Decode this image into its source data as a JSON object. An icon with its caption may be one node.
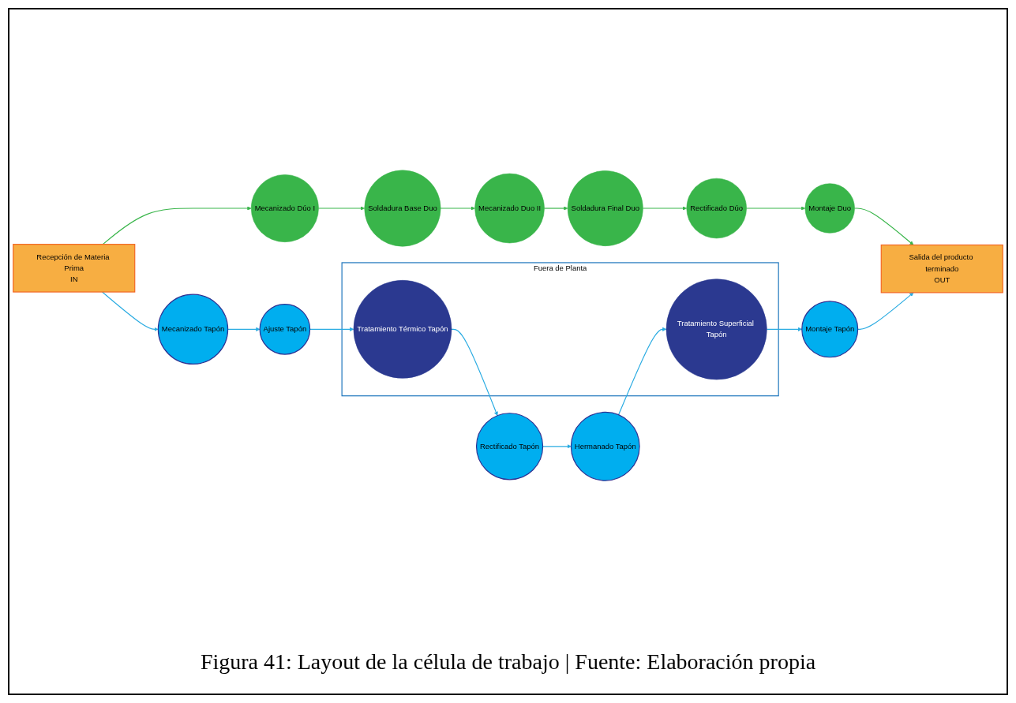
{
  "diagram": {
    "caption": "Figura 41: Layout de la célula de trabajo | Fuente: Elaboración propia",
    "nodes": [
      {
        "text": [
          "Rectificado Dúo"
        ]
      },
      {
        "text": [
          "Soldadura Final Duo"
        ]
      },
      {
        "text": [
          "Rectificado Tapón"
        ]
      },
      {
        "text": [
          "Soldadura Base Duo"
        ]
      },
      {
        "text": [
          "Mecanizado Duo II"
        ]
      },
      {
        "text": [
          "Hermanado Tapón"
        ]
      },
      {
        "text": [
          "Ajuste Tapón"
        ]
      },
      {
        "text": [
          "Fuera de Planta"
        ]
      },
      {
        "text": [
          "Montaje Tapón"
        ]
      },
      {
        "text": [
          "Mecanizado Tapón"
        ]
      },
      {
        "text": [
          "Tratamiento Superficial Tapón"
        ],
        "in": 7
      },
      {
        "text": [
          "Mecanizado Dúo I"
        ]
      },
      {
        "text": [
          "Tratamiento Térmico Tapón"
        ],
        "in": 7
      },
      {
        "text": [
          "Montaje Duo"
        ]
      },
      {
        "text": [
          "Salida del producto terminado",
          "OUT"
        ]
      },
      {
        "text": [
          "Recepción de Materia Prima",
          "IN"
        ]
      }
    ],
    "edges": [
      {
        "from": 15,
        "to": 11,
        "arrow": "to",
        "color": "#39b54a"
      },
      {
        "from": 11,
        "to": 3,
        "arrow": "to",
        "color": "#39b54a"
      },
      {
        "from": 3,
        "to": 4,
        "arrow": "to",
        "color": "#39b54a"
      },
      {
        "from": 4,
        "to": 1,
        "arrow": "to",
        "color": "#39b54a"
      },
      {
        "from": 1,
        "to": 0,
        "arrow": "to",
        "color": "#39b54a"
      },
      {
        "from": 0,
        "to": 13,
        "arrow": "to",
        "color": "#39b54a"
      },
      {
        "from": 13,
        "to": 14,
        "arrow": "to",
        "color": "#39b54a"
      },
      {
        "from": 15,
        "to": 9,
        "arrow": "to"
      },
      {
        "from": 9,
        "to": 6,
        "arrow": "to"
      },
      {
        "from": 6,
        "to": 12,
        "arrow": "to"
      },
      {
        "from": 12,
        "to": 2,
        "arrow": "to"
      },
      {
        "from": 2,
        "to": 5,
        "arrow": "to"
      },
      {
        "from": 5,
        "to": 10,
        "arrow": "to"
      },
      {
        "from": 10,
        "to": 8,
        "arrow": "to"
      },
      {
        "from": 8,
        "to": 14,
        "arrow": "to"
      }
    ]
  }
}
